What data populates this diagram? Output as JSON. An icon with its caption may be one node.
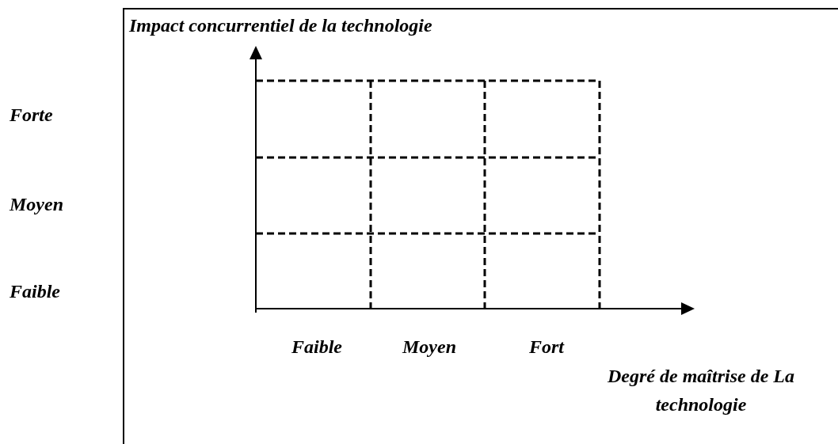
{
  "diagram": {
    "title": "Impact concurrentiel de la technologie",
    "labels": [
      "Forte",
      "Moyen",
      "Faible",
      "Faible",
      "Moyen",
      "Fort",
      "Degré de maîtrise de La technologie"
    ]
  }
}
